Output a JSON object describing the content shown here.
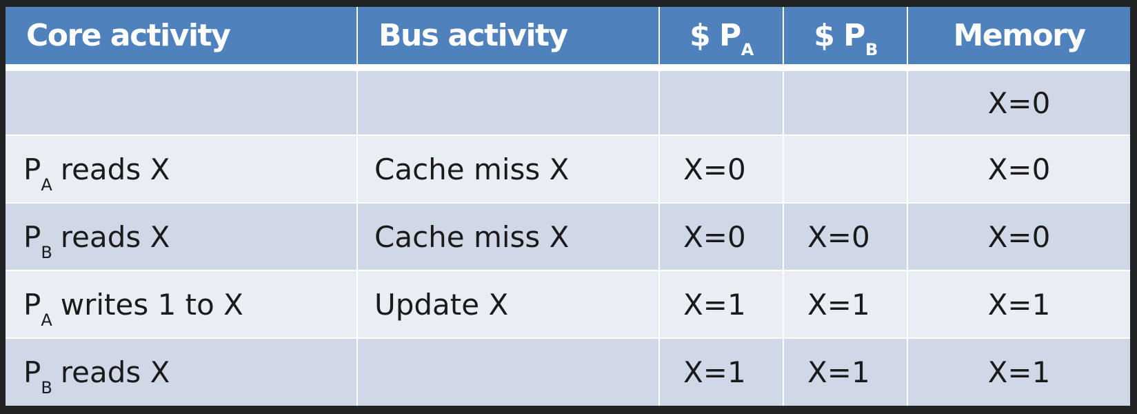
{
  "colors": {
    "header_bg": "#4f81bd",
    "row_dark": "#d0d8e8",
    "row_light": "#e9edf4",
    "header_text": "#ffffff",
    "cell_text": "#1a1a1a"
  },
  "headers": {
    "core": "Core activity",
    "bus": "Bus activity",
    "cache_a_prefix": "$ P",
    "cache_a_sub": "A",
    "cache_b_prefix": "$ P",
    "cache_b_sub": "B",
    "memory": "Memory"
  },
  "rows": [
    {
      "core_p": "",
      "core_sub": "",
      "core_text": "",
      "bus": "",
      "cache_a": "",
      "cache_b": "",
      "memory": "X=0"
    },
    {
      "core_p": "P",
      "core_sub": "A",
      "core_text": "reads X",
      "bus": "Cache miss X",
      "cache_a": "X=0",
      "cache_b": "",
      "memory": "X=0"
    },
    {
      "core_p": "P",
      "core_sub": "B",
      "core_text": "reads X",
      "bus": "Cache miss X",
      "cache_a": "X=0",
      "cache_b": "X=0",
      "memory": "X=0"
    },
    {
      "core_p": "P",
      "core_sub": "A",
      "core_text": "writes 1 to X",
      "bus": "Update X",
      "cache_a": "X=1",
      "cache_b": "X=1",
      "memory": "X=1"
    },
    {
      "core_p": "P",
      "core_sub": "B",
      "core_text": "reads X",
      "bus": "",
      "cache_a": "X=1",
      "cache_b": "X=1",
      "memory": "X=1"
    }
  ]
}
